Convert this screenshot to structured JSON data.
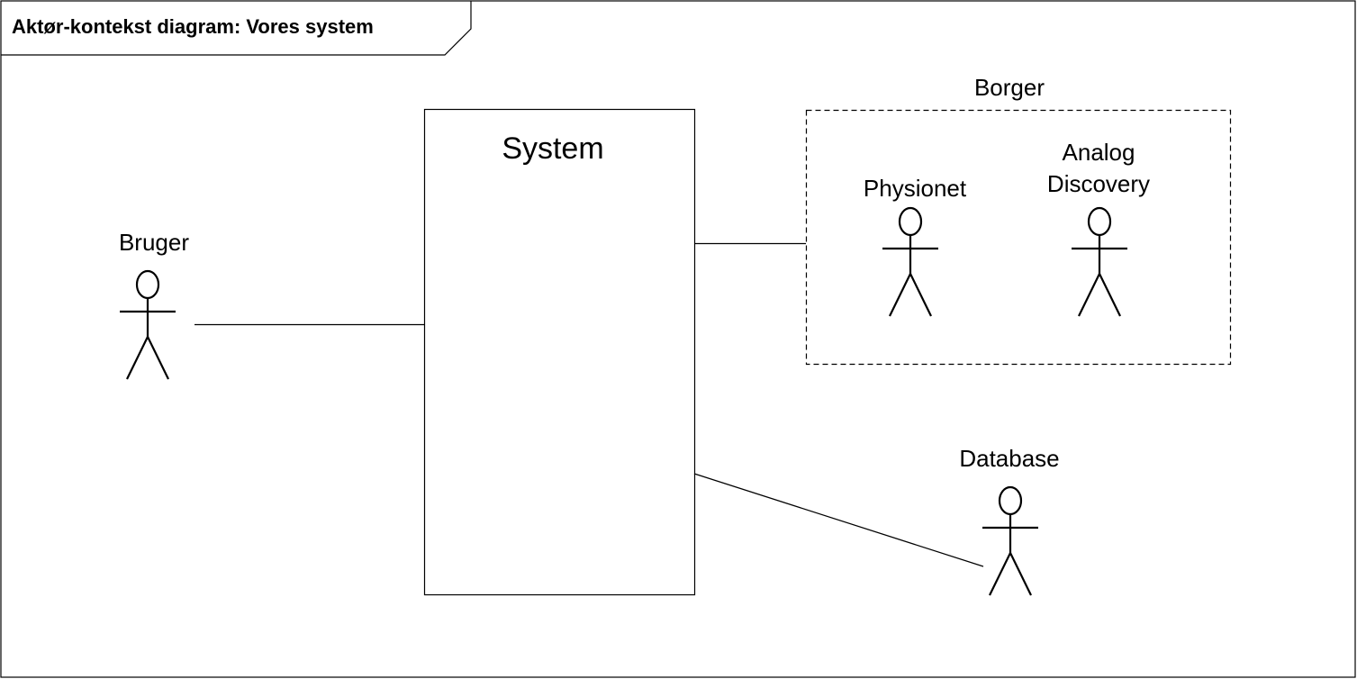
{
  "frame": {
    "title": "Aktør-kontekst diagram: Vores system"
  },
  "system": {
    "label": "System"
  },
  "group": {
    "label": "Borger"
  },
  "actors": {
    "bruger": "Bruger",
    "physionet": "Physionet",
    "analog_line1": "Analog",
    "analog_line2": "Discovery",
    "database": "Database"
  },
  "colors": {
    "line": "#000000",
    "background": "#ffffff"
  }
}
